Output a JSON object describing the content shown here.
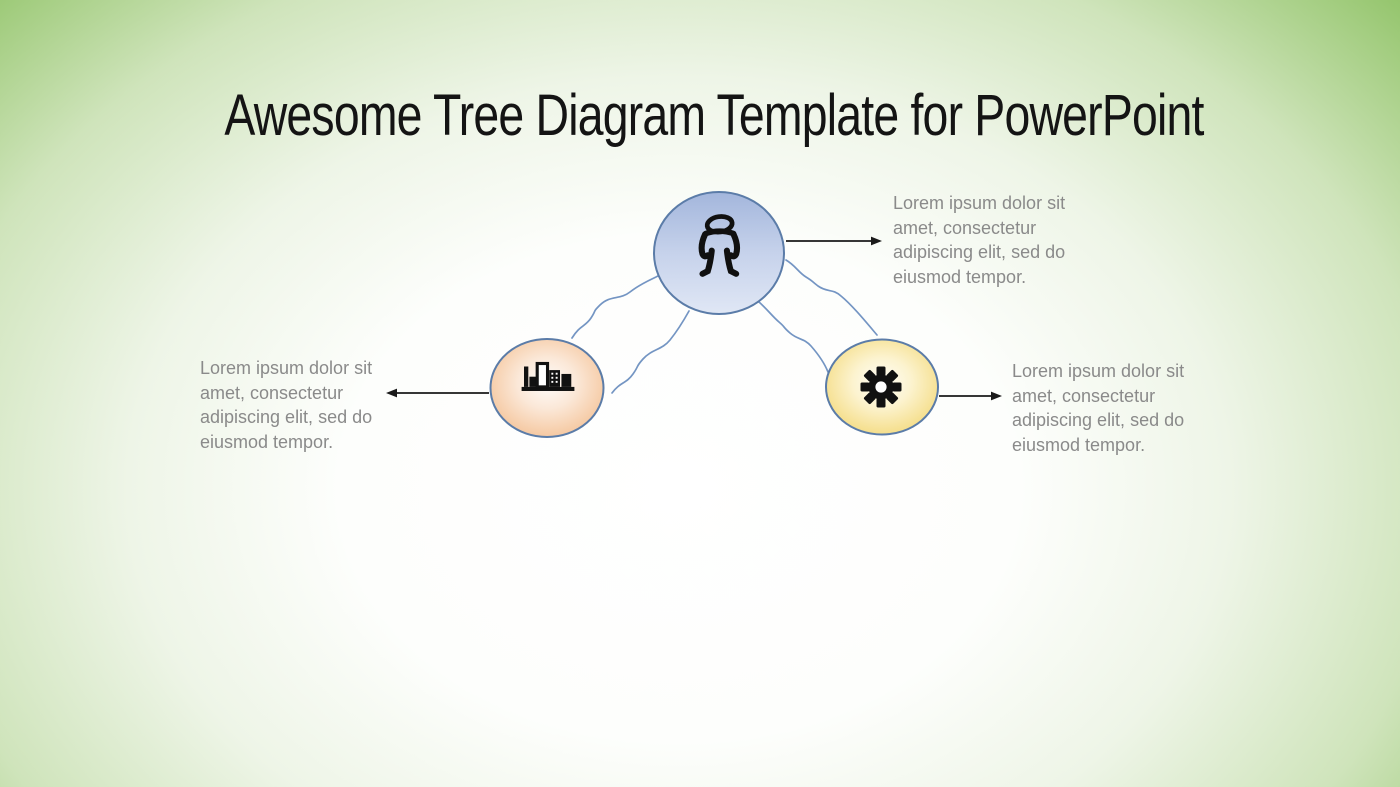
{
  "slide": {
    "title": "Awesome Tree Diagram Template for PowerPoint",
    "captions": {
      "top": "Lorem ipsum dolor sit amet, consectetur adipiscing elit, sed do eiusmod tempor.",
      "left": "Lorem ipsum dolor sit amet, consectetur adipiscing elit, sed do eiusmod tempor.",
      "right": "Lorem ipsum dolor sit amet, consectetur adipiscing elit, sed do eiusmod tempor."
    },
    "nodes": [
      {
        "id": "top",
        "icon": "person-icon"
      },
      {
        "id": "left",
        "icon": "buildings-icon"
      },
      {
        "id": "right",
        "icon": "gear-icon"
      }
    ],
    "colors": {
      "background_green": "#7cb74c",
      "node_top_fill_dark": "#a3b6dc",
      "node_top_fill_light": "#e0e7f5",
      "node_left_edge": "#f0bd97",
      "node_right_edge": "#f1d878",
      "node_border": "#5b7ca8",
      "connector_blue": "#7495c3",
      "arrow_black": "#1a1a1a",
      "caption_gray": "#8a8a8a",
      "title_black": "#141414"
    }
  }
}
